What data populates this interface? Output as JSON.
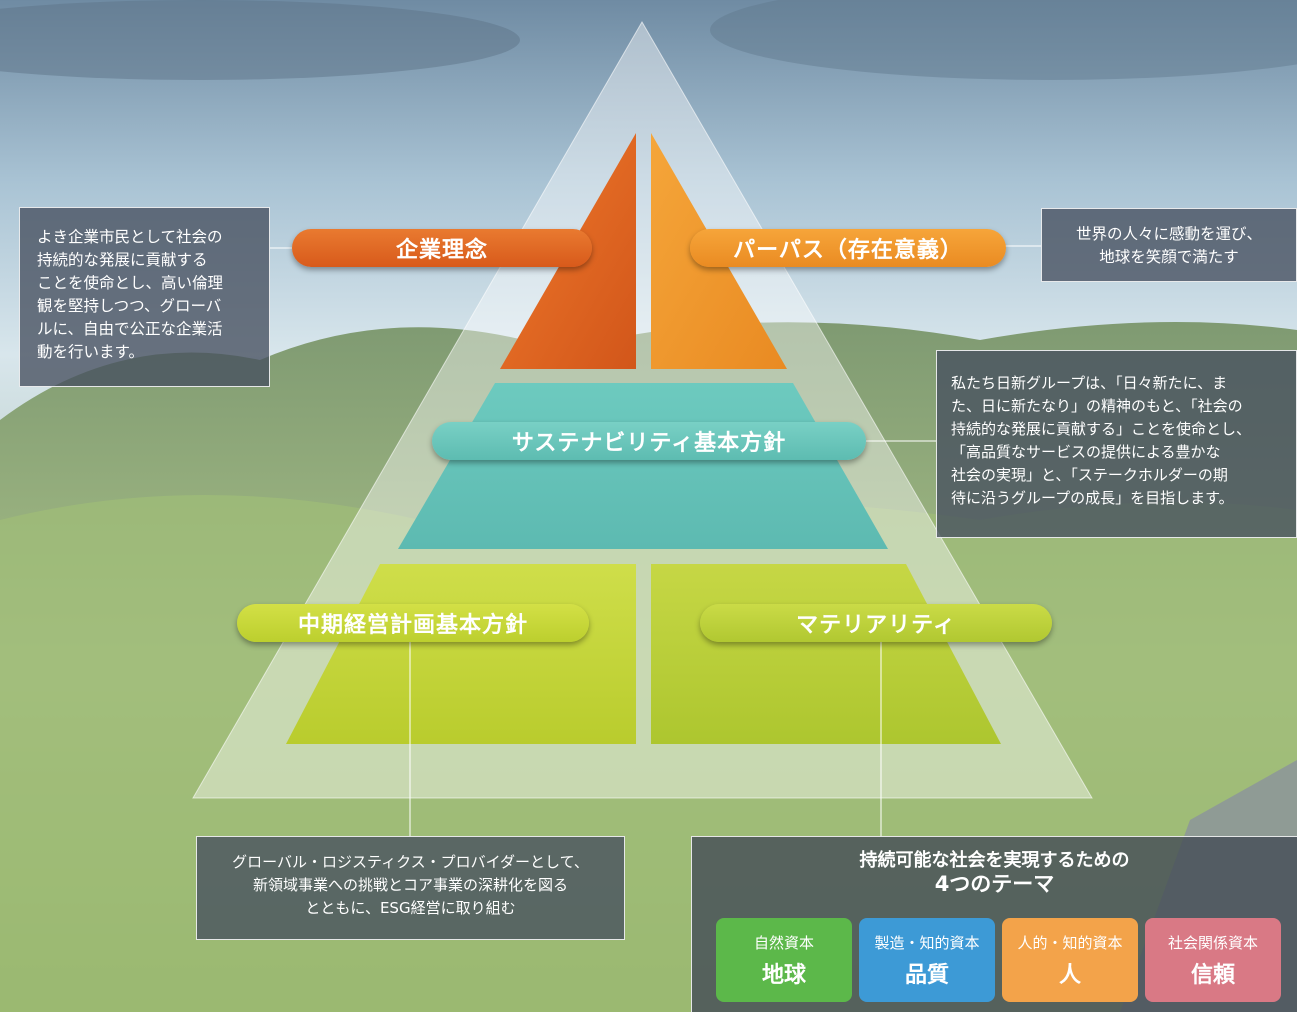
{
  "pyramid": {
    "corporate_philosophy": "企業理念",
    "purpose": "パーパス（存在意義）",
    "sustainability_policy": "サステナビリティ基本方針",
    "midterm_plan_policy": "中期経営計画基本方針",
    "materiality": "マテリアリティ"
  },
  "notes": {
    "philosophy_text": [
      "よき企業市民として社会の",
      "持続的な発展に貢献する",
      "ことを使命とし、高い倫理",
      "観を堅持しつつ、グローバ",
      "ルに、自由で公正な企業活",
      "動を行います。"
    ],
    "purpose_text": [
      "世界の人々に感動を運び、",
      "地球を笑顔で満たす"
    ],
    "sustainability_text": [
      "私たち日新グループは、「日々新たに、ま",
      "た、日に新たなり」の精神のもと、「社会の",
      "持続的な発展に貢献する」ことを使命とし、",
      "「高品質なサービスの提供による豊かな",
      "社会の実現」と、「ステークホルダーの期",
      "待に沿うグループの成長」を目指します。"
    ],
    "midterm_text": [
      "グローバル・ロジスティクス・プロバイダーとして、",
      "新領域事業への挑戦とコア事業の深耕化を図る",
      "とともに、ESG経営に取り組む"
    ]
  },
  "themes": {
    "heading_line1": "持続可能な社会を実現するための",
    "heading_line2": "4つのテーマ",
    "items": [
      {
        "caption": "自然資本",
        "title": "地球",
        "color": "#5cb84a"
      },
      {
        "caption": "製造・知的資本",
        "title": "品質",
        "color": "#3d9ad6"
      },
      {
        "caption": "人的・知的資本",
        "title": "人",
        "color": "#f3a34a"
      },
      {
        "caption": "社会関係資本",
        "title": "信頼",
        "color": "#d97985"
      }
    ]
  },
  "colors": {
    "philosophy": "#e0661f",
    "purpose": "#ef9425",
    "sustainability": "#6cc6bc",
    "midterm": "#c3d433",
    "materiality": "#bcd13a"
  }
}
